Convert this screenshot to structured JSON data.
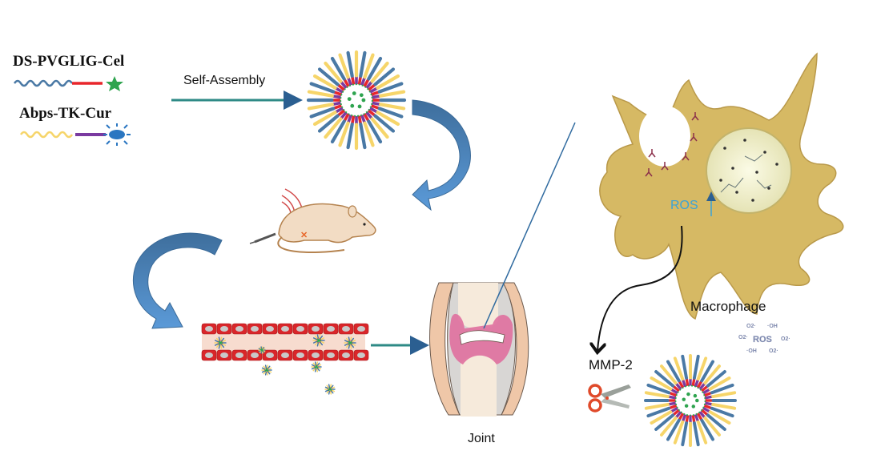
{
  "molecules": {
    "polymer1": {
      "label": "DS-PVGLIG-Cel",
      "backbone_color": "#4a79a5",
      "linker_color": "#e8262b",
      "drug_color": "#2fa44f",
      "drug_icon": "star-icon"
    },
    "polymer2": {
      "label": "Abps-TK-Cur",
      "backbone_color": "#f6d56a",
      "linker_color": "#7a3aa0",
      "drug_color": "#2a76c1",
      "drug_icon": "sun-icon"
    }
  },
  "steps": {
    "self_assembly": "Self-Assembly",
    "joint": "Joint",
    "macrophage": "Macrophage",
    "ros_inside": "ROS",
    "mmp2": "MMP-2",
    "ros_cloud": {
      "center": "ROS",
      "species": [
        "O2·",
        "·OH",
        "O2·",
        "O2·",
        "·OH",
        "O2·"
      ]
    }
  },
  "colors": {
    "arrow_blue": "#4a7fb5",
    "arrow_teal": "#2e8a86",
    "cell": "#d6b964",
    "vessel_red": "#d9262a",
    "ros_blue": "#3aa3d8",
    "pink": "#e0709e",
    "skin": "#efc7a8"
  }
}
